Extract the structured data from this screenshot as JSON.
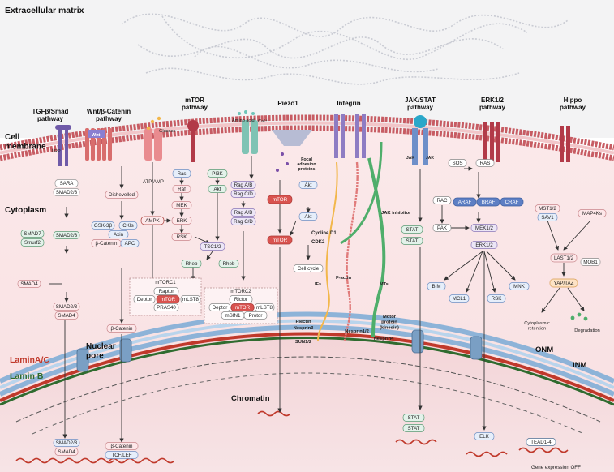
{
  "regions": {
    "ecm": "Extracellular matrix",
    "membrane": "Cell membrane",
    "cytoplasm": "Cytoplasm",
    "pore": "Nuclear pore",
    "laminac": "LaminA/C",
    "laminb": "Lamin B",
    "onm": "ONM",
    "inm": "INM",
    "chromatin": "Chromatin",
    "geneoff": "Gene expression OFF"
  },
  "pathways": {
    "tgfb": "TGFβ/Smad pathway",
    "wnt": "Wnt/β-Catenin pathway",
    "mtor": "mTOR pathway",
    "piezo": "Piezo1",
    "integrin": "Integrin",
    "jak": "JAK/STAT pathway",
    "erk": "ERK1/2 pathway",
    "hippo": "Hippo pathway"
  },
  "labels": {
    "lrp": "LRP",
    "wnt_ligand": "Wnt",
    "glucose": "Glucose",
    "aminoacid": "Amino acid",
    "ca": "Ca²⁺",
    "focal": "Focal adhesion proteins",
    "atpamp": "ATP/AMP",
    "jakinh": "JAK inhibitor",
    "ifs": "IFs",
    "factin": "F-actin",
    "mts": "MTs",
    "plectin": "Plectin",
    "nesprin3": "Nesprin3",
    "nesprin12": "Nesprin1/2",
    "nesprin4": "Nesprin4",
    "motor": "Motor protein (kinesin)",
    "sun12": "SUN1/2",
    "cytoret": "Cytoplasmic retention",
    "degradation": "Degradation",
    "cyclin": "Cycline D1",
    "cdk2": "CDK2",
    "mtorc1": "mTORC1",
    "mtorc2": "mTORC2",
    "jak1": "JAK",
    "jak2": "JAK"
  },
  "nodes": {
    "sara": "SARA",
    "smad23a": "SMAD2/3",
    "smad7": "SMAD7",
    "smurf2": "Smurf2",
    "smad23b": "SMAD2/3",
    "smad4a": "SMAD4",
    "smad23c": "SMAD2/3",
    "smad4b": "SMAD4",
    "smad23n": "SMAD2/3",
    "smad4n": "SMAD4",
    "dishevelled": "Dishevelled",
    "gsk": "GSK-3β",
    "ckis": "CKIs",
    "axin": "Axin",
    "bcat1": "β-Catenin",
    "apc": "APC",
    "bcat2": "β-Catenin",
    "bcatn": "β-Catenin",
    "tcf": "TCF/LEF",
    "ampk": "AMPK",
    "ras": "Ras",
    "pi3k": "PI3K",
    "raf": "Raf",
    "akt1": "Akt",
    "mek": "MEK",
    "erk": "ERK",
    "rsk1": "RSK",
    "tsc": "TSC1/2",
    "rheb1": "Rheb",
    "rheb2": "Rheb",
    "ragab1": "Rag A/B",
    "ragcd1": "Rag C/D",
    "ragab2": "Rag A/B",
    "ragcd2": "Rag C/D",
    "raptor": "Raptor",
    "deptor1": "Deptor",
    "mtor1": "mTOR",
    "mlst8a": "mLST8",
    "pras40": "PRAS40",
    "rictor": "Rictor",
    "deptor2": "Deptor",
    "mtor2": "mTOR",
    "mlst8b": "mLST8",
    "msin1": "mSIN1",
    "protor": "Protor",
    "mtorp1": "mTOR",
    "mtorp2": "mTOR",
    "aktp1": "Akt",
    "aktp2": "Akt",
    "cellcycle": "Cell cycle",
    "stat1": "STAT",
    "stat2": "STAT",
    "statn1": "STAT",
    "statn2": "STAT",
    "sos": "SOS",
    "rase": "RAS",
    "rac": "RAC",
    "araf": "ARAF",
    "braf": "BRAF",
    "craf": "CRAF",
    "pak": "PAK",
    "mek12": "MEK1/2",
    "erk12": "ERK1/2",
    "bim": "BIM",
    "mcl1": "MCL1",
    "rsk2": "RSK",
    "mnk": "MNK",
    "elk": "ELK",
    "mst": "MST1/2",
    "sav1": "SAV1",
    "map4k": "MAP4Ks",
    "last": "LAST1/2",
    "mob1": "MOB1",
    "yap": "YAP/TAZ",
    "tead": "TEAD1-4"
  }
}
